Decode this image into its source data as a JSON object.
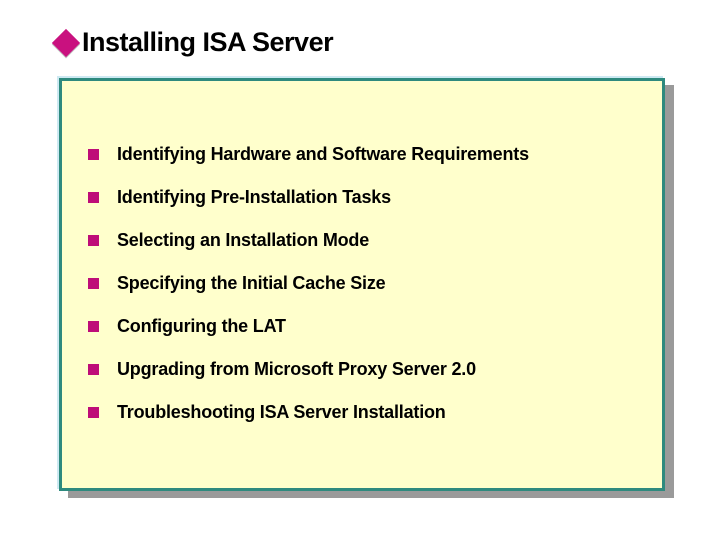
{
  "slide": {
    "title": "Installing ISA Server",
    "bullets": [
      "Identifying Hardware and Software Requirements",
      "Identifying Pre-Installation Tasks",
      "Selecting an Installation Mode",
      "Specifying the Initial Cache Size",
      "Configuring the LAT",
      "Upgrading from Microsoft Proxy Server 2.0",
      "Troubleshooting ISA Server Installation"
    ],
    "icons": {
      "title_bullet": "diamond-icon",
      "list_bullet": "square-bullet-icon"
    },
    "colors": {
      "accent_pink": "#C9117F",
      "bullet_pink": "#BE0D78",
      "panel_background": "#FFFFCC",
      "panel_border_teal": "#2E8A7E",
      "shadow_gray": "#9A9A9A",
      "highlight_blue": "#CDE9F2",
      "text": "#000000",
      "page_background": "#FFFFFF"
    }
  }
}
